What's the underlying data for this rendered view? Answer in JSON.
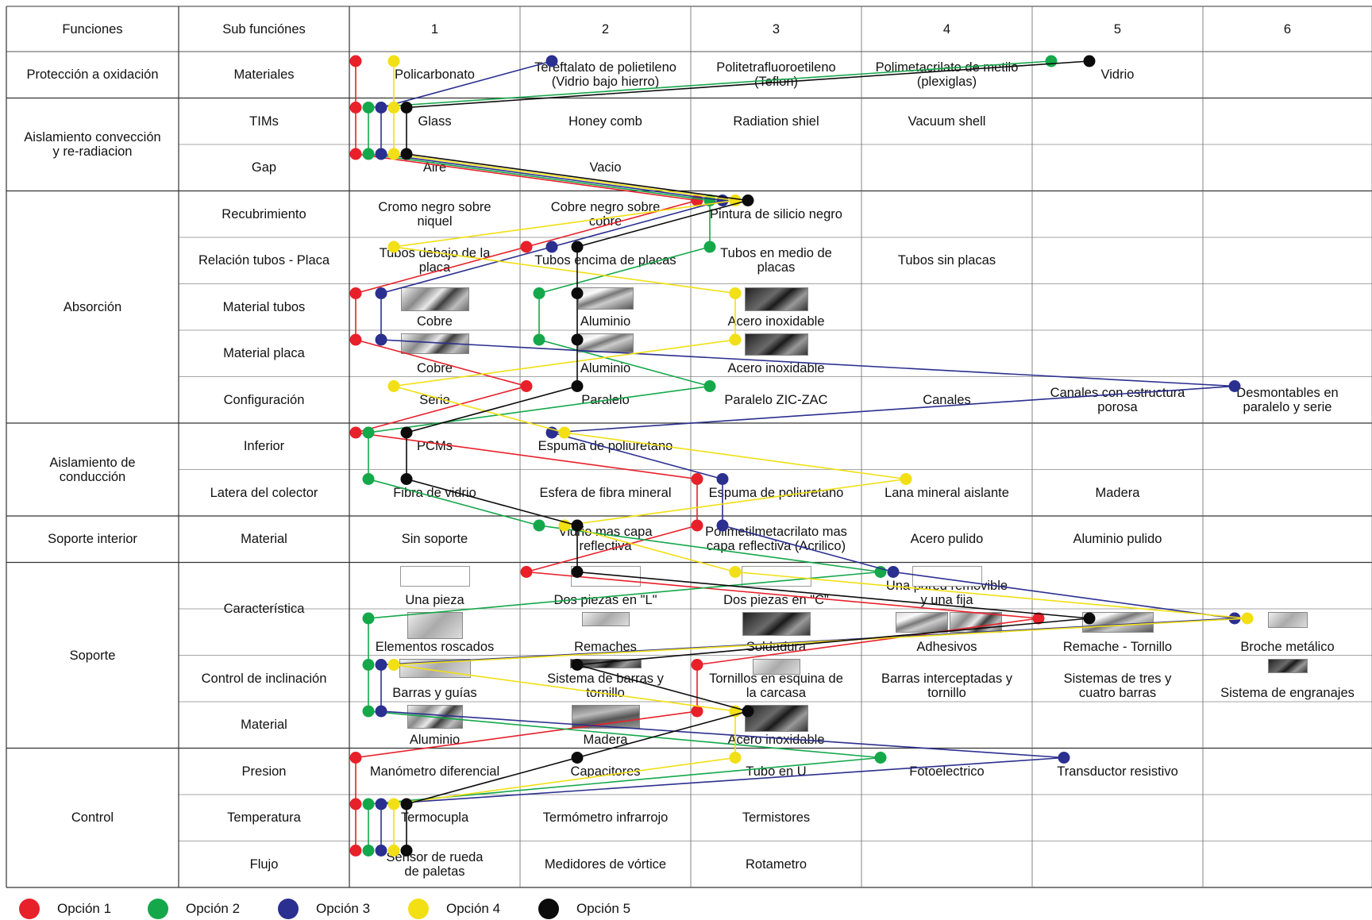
{
  "headers": {
    "funciones": "Funciones",
    "subfunciones": "Sub funciónes",
    "options": [
      "1",
      "2",
      "3",
      "4",
      "5",
      "6"
    ]
  },
  "functions": {
    "proteccion": "Protección a oxidación",
    "aislamiento_conv": "Aislamiento convección\ny re-radiacion",
    "absorcion": "Absorción",
    "aislamiento_cond": "Aislamiento de\nconducción",
    "soporte_interior": "Soporte interior",
    "soporte": "Soporte",
    "control": "Control"
  },
  "rows": [
    {
      "sub": "Materiales",
      "cells": [
        "Policarbonato",
        "Tereftalato de polietileno\n(Vidrio bajo hierro)",
        "Politetrafluoroetileno\n(Teflon)",
        "Polimetacrilato de metilo\n(plexiglas)",
        "Vidrio",
        ""
      ]
    },
    {
      "sub": "TIMs",
      "cells": [
        "Glass",
        "Honey comb",
        "Radiation shiel",
        "Vacuum shell",
        "",
        ""
      ]
    },
    {
      "sub": "Gap",
      "cells": [
        "Aire",
        "Vacio",
        "",
        "",
        "",
        ""
      ]
    },
    {
      "sub": "Recubrimiento",
      "cells": [
        "Cromo negro sobre\nniquel",
        "Cobre negro sobre\ncobre",
        "Pintura de silicio negro",
        "",
        "",
        ""
      ]
    },
    {
      "sub": "Relación tubos - Placa",
      "cells": [
        "Tubos debajo de la\nplaca",
        "Tubos encima de placas",
        "Tubos en medio de\nplacas",
        "Tubos sin placas",
        "",
        ""
      ]
    },
    {
      "sub": "Material tubos",
      "cells": [
        "Cobre",
        "Aluminio",
        "Acero inoxidable",
        "",
        "",
        ""
      ]
    },
    {
      "sub": "Material placa",
      "cells": [
        "Cobre",
        "Aluminio",
        "Acero inoxidable",
        "",
        "",
        ""
      ]
    },
    {
      "sub": "Configuración",
      "cells": [
        "Serie",
        "Paralelo",
        "Paralelo ZIC-ZAC",
        "Canales",
        "Canales con estructura\nporosa",
        "Desmontables en\nparalelo y serie"
      ]
    },
    {
      "sub": "Inferior",
      "cells": [
        "PCMs",
        "Espuma de poliuretano",
        "",
        "",
        "",
        ""
      ]
    },
    {
      "sub": "Latera del colector",
      "cells": [
        "Fibra de vidrio",
        "Esfera de fibra mineral",
        "Espuma de poliuretano",
        "Lana mineral aislante",
        "Madera",
        ""
      ]
    },
    {
      "sub": "Material",
      "cells": [
        "Sin soporte",
        "Vidrio mas capa\nreflectiva",
        "Polimetilmetacrilato mas\ncapa reflectiva (Acrilico)",
        "Acero pulido",
        "Aluminio pulido",
        ""
      ]
    },
    {
      "sub": "Característica",
      "cells": [
        "Una pieza",
        "Dos piezas en \"L\"",
        "Dos piezas en \"C\"",
        "Una pared removible\ny una fija",
        "",
        ""
      ]
    },
    {
      "sub": "",
      "cells": [
        "Elementos roscados",
        "Remaches",
        "Soldadura",
        "Adhesivos",
        "Remache - Tornillo",
        "Broche metálico"
      ]
    },
    {
      "sub": "Control de inclinación",
      "cells": [
        "Barras y guías",
        "Sistema de barras y\ntornillo",
        "Tornillos en esquina de\nla carcasa",
        "Barras interceptadas y\ntornillo",
        "Sistemas de tres y\ncuatro barras",
        "Sistema de engranajes"
      ]
    },
    {
      "sub": "Material",
      "cells": [
        "Aluminio",
        "Madera",
        "Acero inoxidable",
        "",
        "",
        ""
      ]
    },
    {
      "sub": "Presion",
      "cells": [
        "Manómetro diferencial",
        "Capacitores",
        "Tubo en U",
        "Fotoelectrico",
        "Transductor resistivo",
        ""
      ]
    },
    {
      "sub": "Temperatura",
      "cells": [
        "Termocupla",
        "Termómetro infrarrojo",
        "Termistores",
        "",
        "",
        ""
      ]
    },
    {
      "sub": "Flujo",
      "cells": [
        "Sensor de rueda\nde paletas",
        "Medidores de vórtice",
        "Rotametro",
        "",
        "",
        ""
      ]
    }
  ],
  "legend": [
    {
      "label": "Opción 1",
      "color": "#e8202a"
    },
    {
      "label": "Opción 2",
      "color": "#14a84a"
    },
    {
      "label": "Opción 3",
      "color": "#2b2f8f"
    },
    {
      "label": "Opción 4",
      "color": "#f2df14"
    },
    {
      "label": "Opción 5",
      "color": "#0b0b0b"
    }
  ],
  "paths": {
    "opt1": [
      [
        0,
        1
      ],
      [
        1,
        1
      ],
      [
        2,
        1
      ],
      [
        3,
        3
      ],
      [
        4,
        2
      ],
      [
        5,
        1
      ],
      [
        6,
        1
      ],
      [
        7,
        2
      ],
      [
        8,
        1
      ],
      [
        9,
        3
      ],
      [
        10,
        3
      ],
      [
        11,
        2
      ],
      [
        12,
        5
      ],
      [
        13,
        3
      ],
      [
        14,
        3
      ],
      [
        15,
        1
      ],
      [
        16,
        1
      ],
      [
        17,
        1
      ]
    ],
    "opt2": [
      [
        0,
        5
      ],
      [
        1,
        1
      ],
      [
        2,
        1
      ],
      [
        3,
        3
      ],
      [
        4,
        3
      ],
      [
        5,
        2
      ],
      [
        6,
        2
      ],
      [
        7,
        3
      ],
      [
        8,
        1
      ],
      [
        9,
        1
      ],
      [
        10,
        2
      ],
      [
        11,
        4
      ],
      [
        12,
        1
      ],
      [
        13,
        1
      ],
      [
        14,
        1
      ],
      [
        15,
        4
      ],
      [
        16,
        1
      ],
      [
        17,
        1
      ]
    ],
    "opt3": [
      [
        0,
        2
      ],
      [
        1,
        1
      ],
      [
        2,
        1
      ],
      [
        3,
        3
      ],
      [
        4,
        2
      ],
      [
        5,
        1
      ],
      [
        6,
        1
      ],
      [
        7,
        6
      ],
      [
        8,
        2
      ],
      [
        9,
        3
      ],
      [
        10,
        3
      ],
      [
        11,
        4
      ],
      [
        12,
        6
      ],
      [
        13,
        1
      ],
      [
        14,
        1
      ],
      [
        15,
        5
      ],
      [
        16,
        1
      ],
      [
        17,
        1
      ]
    ],
    "opt4": [
      [
        0,
        1
      ],
      [
        1,
        1
      ],
      [
        2,
        1
      ],
      [
        3,
        3
      ],
      [
        4,
        1
      ],
      [
        5,
        3
      ],
      [
        6,
        3
      ],
      [
        7,
        1
      ],
      [
        8,
        2
      ],
      [
        9,
        4
      ],
      [
        10,
        2
      ],
      [
        11,
        3
      ],
      [
        12,
        6
      ],
      [
        13,
        1
      ],
      [
        14,
        3
      ],
      [
        15,
        3
      ],
      [
        16,
        1
      ],
      [
        17,
        1
      ]
    ],
    "opt5": [
      [
        0,
        5
      ],
      [
        1,
        1
      ],
      [
        2,
        1
      ],
      [
        3,
        3
      ],
      [
        4,
        2
      ],
      [
        5,
        2
      ],
      [
        6,
        2
      ],
      [
        7,
        2
      ],
      [
        8,
        1
      ],
      [
        9,
        1
      ],
      [
        10,
        2
      ],
      [
        11,
        2
      ],
      [
        12,
        5
      ],
      [
        13,
        2
      ],
      [
        14,
        3
      ],
      [
        15,
        2
      ],
      [
        16,
        1
      ],
      [
        17,
        1
      ]
    ]
  }
}
